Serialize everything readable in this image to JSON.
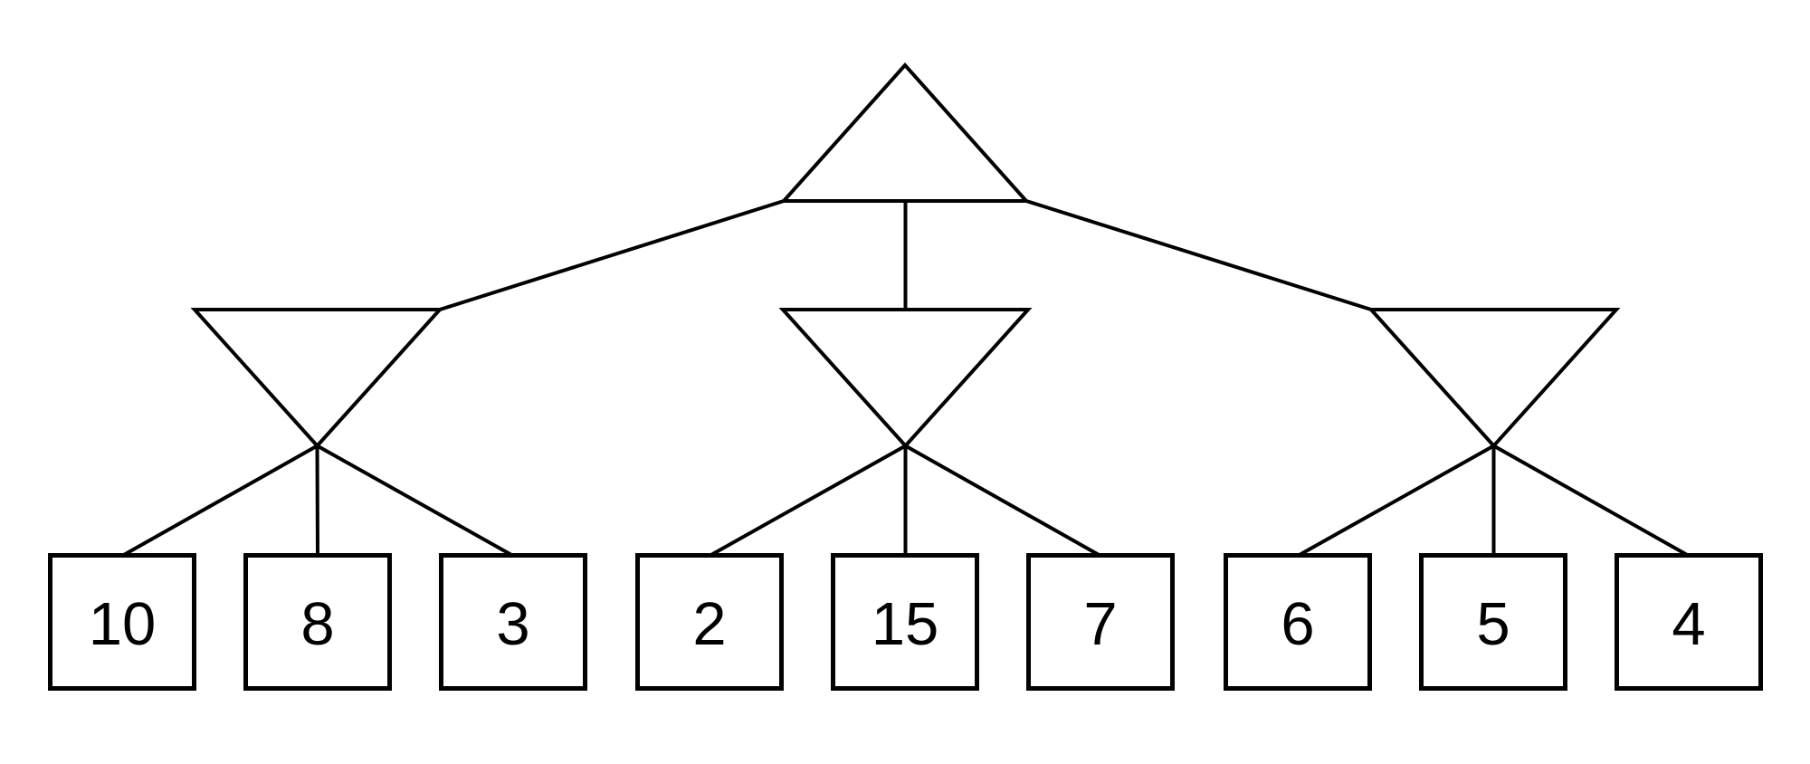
{
  "diagram": {
    "type": "tree",
    "description": "Three-level game tree: one upward-pointing triangle root node connected to three downward-pointing triangle nodes, each connected to three square leaf boxes containing numbers",
    "colors": {
      "stroke": "#000000",
      "background": "#ffffff"
    },
    "root": {
      "shape": "triangle-up"
    },
    "internal": [
      {
        "shape": "triangle-down",
        "leaf_indexes": [
          0,
          1,
          2
        ]
      },
      {
        "shape": "triangle-down",
        "leaf_indexes": [
          3,
          4,
          5
        ]
      },
      {
        "shape": "triangle-down",
        "leaf_indexes": [
          6,
          7,
          8
        ]
      }
    ],
    "leaves": [
      {
        "value": "10"
      },
      {
        "value": "8"
      },
      {
        "value": "3"
      },
      {
        "value": "2"
      },
      {
        "value": "15"
      },
      {
        "value": "7"
      },
      {
        "value": "6"
      },
      {
        "value": "5"
      },
      {
        "value": "4"
      }
    ]
  }
}
